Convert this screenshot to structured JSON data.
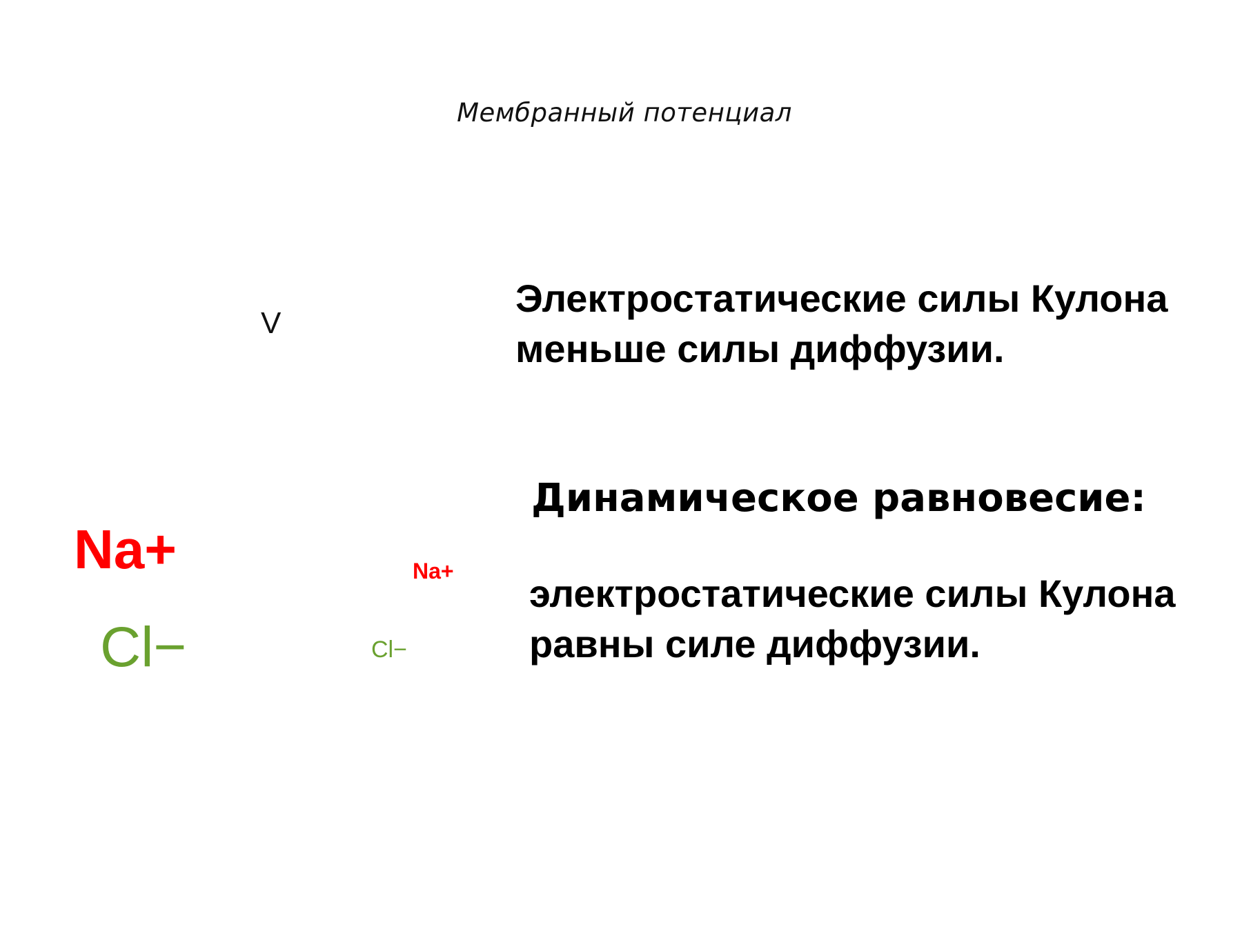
{
  "slide": {
    "title": "Мембранный потенциал",
    "voltage_symbol": "V",
    "ions": {
      "sodium_large": "Na+",
      "chloride_large": "Cl−",
      "sodium_small": "Na+",
      "chloride_small": "Cl−"
    },
    "statement_1": {
      "line_1": "Электростатические силы Кулона",
      "line_2": "меньше силы диффузии."
    },
    "equilibrium_heading": "Динамическое равновесие:",
    "statement_2": {
      "line_1": "электростатические силы Кулона",
      "line_2": "равны силе диффузии."
    }
  },
  "colors": {
    "sodium": "#ff0000",
    "chloride": "#6aa12f",
    "text": "#000000",
    "background": "#ffffff"
  }
}
